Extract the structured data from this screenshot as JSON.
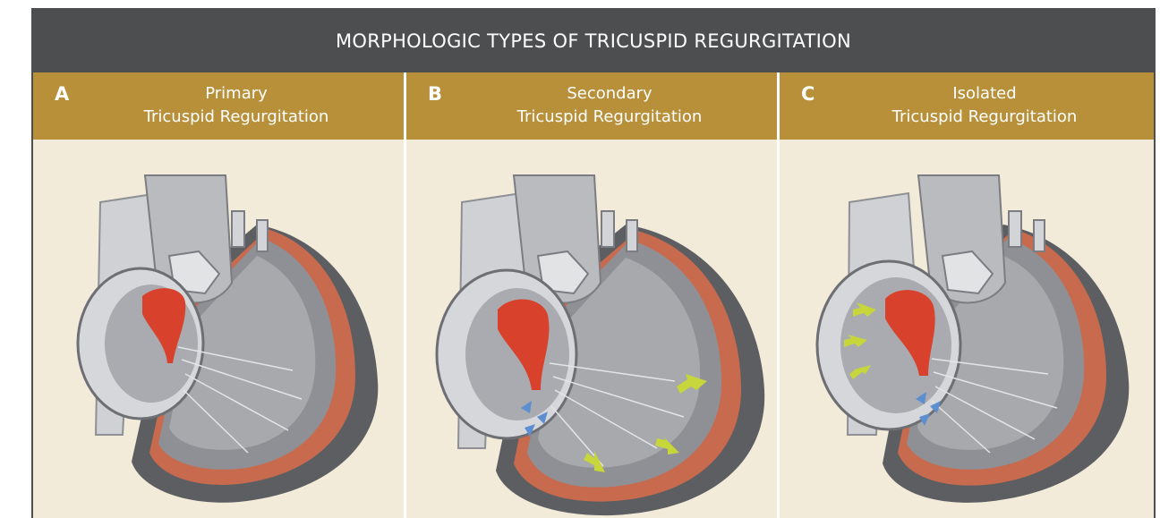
{
  "figure": {
    "title": "MORPHOLOGIC TYPES OF TRICUSPID REGURGITATION",
    "panels": [
      {
        "letter": "A",
        "title_line1": "Primary",
        "title_line2": "Tricuspid Regurgitation"
      },
      {
        "letter": "B",
        "title_line1": "Secondary",
        "title_line2": "Tricuspid Regurgitation"
      },
      {
        "letter": "C",
        "title_line1": "Isolated",
        "title_line2": "Tricuspid Regurgitation"
      }
    ]
  },
  "colors": {
    "title_bar": "#4d4e50",
    "panel_header": "#b8903a",
    "background": "#f2ebd9",
    "myocardium": "#c86a4e",
    "regurgitant_jet": "#d8422c",
    "dilation_arrows": "#c7d63a",
    "annulus_arrows": "#5d8fd0"
  }
}
